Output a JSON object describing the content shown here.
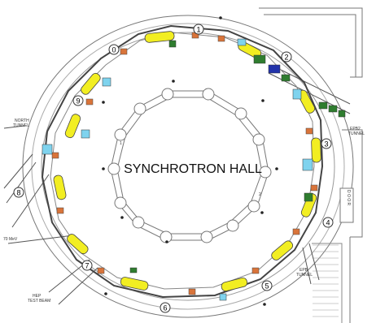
{
  "title": "SYNCHROTRON HALL",
  "sectors": [
    "1",
    "2",
    "3",
    "4",
    "5",
    "6",
    "7",
    "8",
    "9",
    "0"
  ],
  "labels": {
    "north_tunnel_1": "NORTH",
    "north_tunnel_2": "TUNNEL",
    "epb2_1": "EPB2",
    "epb2_2": "TUNNEL",
    "epb_1": "EPB",
    "epb_2": "TUNNEL",
    "hep_1": "HEP",
    "hep_2": "TEST BEAM",
    "mev": "70 MeV",
    "door": "D O O R",
    "marker_1": "1",
    "marker_2": "2"
  },
  "colors": {
    "ring_line": "#555555",
    "magnet_yellow": "#f2ee22",
    "quad_orange": "#d9743a",
    "green": "#2f7d2f",
    "cyan": "#7fd3ee",
    "blue": "#2233aa"
  }
}
